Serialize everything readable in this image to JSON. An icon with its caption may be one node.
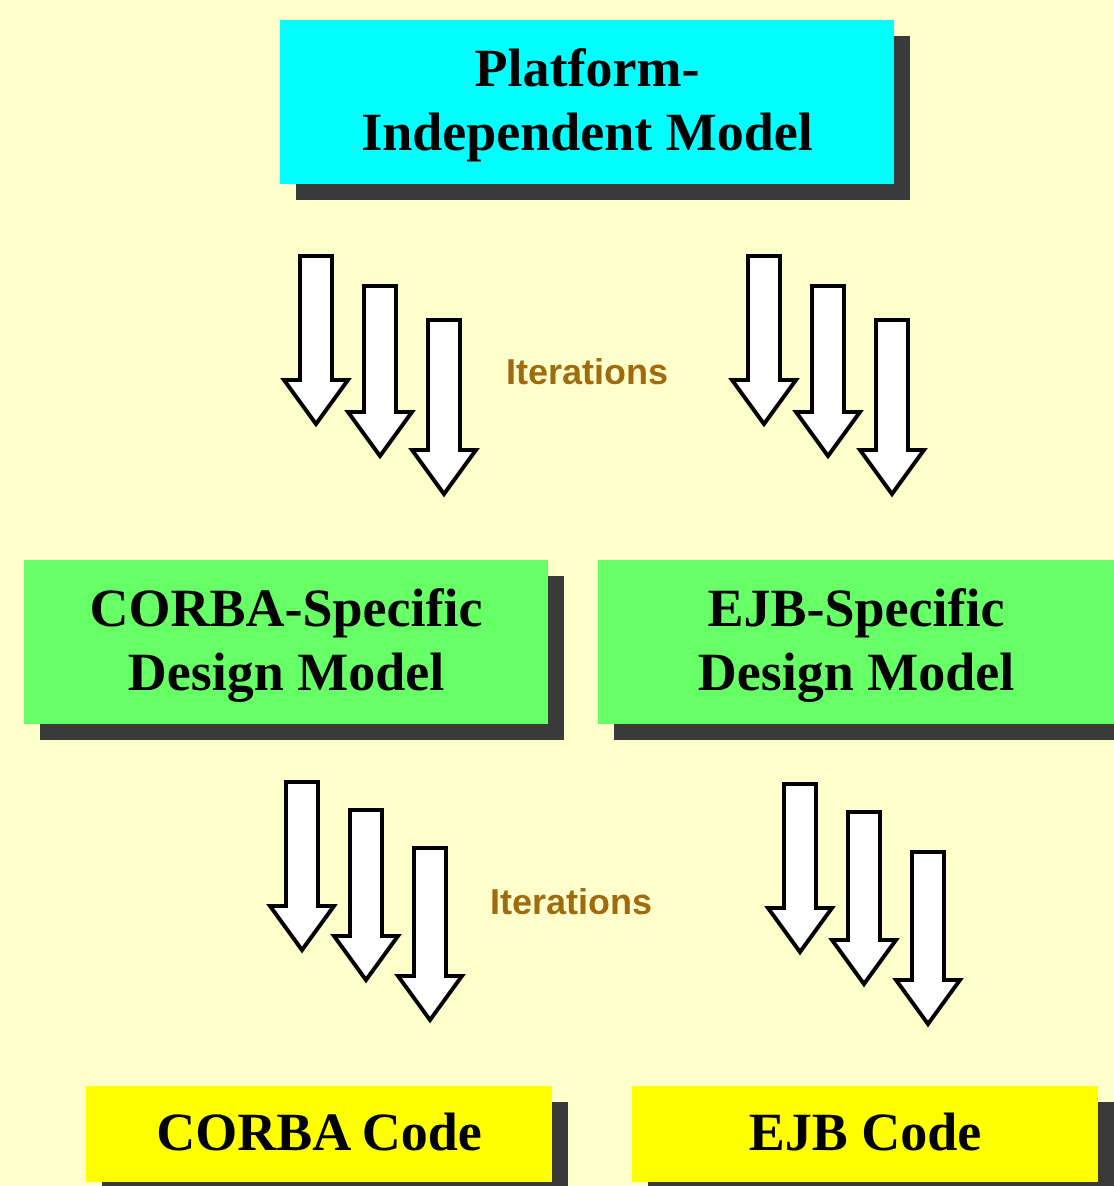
{
  "diagram": {
    "nodes": [
      {
        "text": [
          "Platform- Independent Model"
        ]
      },
      {
        "text": [
          "CORBA-Specific Design Model"
        ]
      },
      {
        "text": [
          "EJB-Specific Design Model"
        ]
      },
      {
        "text": [
          "CORBA Code"
        ]
      },
      {
        "text": [
          "EJB Code"
        ]
      }
    ],
    "edges": [
      {
        "from": 0,
        "to": 1,
        "arrow": "to"
      },
      {
        "from": 0,
        "to": 1,
        "arrow": "to"
      },
      {
        "from": 0,
        "to": 1,
        "arrow": "to"
      },
      {
        "from": 0,
        "to": 2,
        "arrow": "to"
      },
      {
        "from": 0,
        "to": 2,
        "arrow": "to"
      },
      {
        "from": 0,
        "to": 2,
        "arrow": "to"
      },
      {
        "from": 1,
        "to": 3,
        "arrow": "to"
      },
      {
        "from": 1,
        "to": 3,
        "arrow": "to"
      },
      {
        "from": 1,
        "to": 3,
        "arrow": "to"
      },
      {
        "from": 2,
        "to": 4,
        "arrow": "to"
      },
      {
        "from": 2,
        "to": 4,
        "arrow": "to"
      },
      {
        "from": 2,
        "to": 4,
        "arrow": "to"
      }
    ],
    "labels": [
      "Iterations",
      "Iterations"
    ]
  }
}
